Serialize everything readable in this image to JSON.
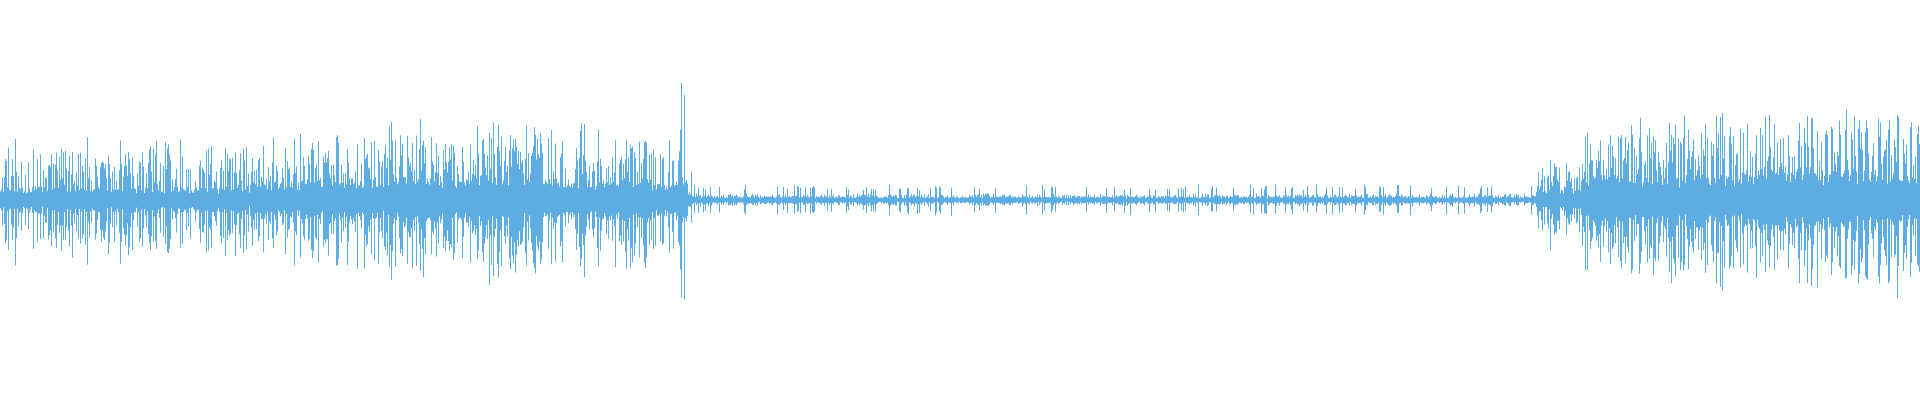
{
  "waveform": {
    "color": "#5dade2",
    "background": "#ffffff",
    "segments": [
      {
        "from": 0.0,
        "to": 0.072,
        "amp": 0.27,
        "core": 0.06,
        "burst": 0.22,
        "transient": 0.3
      },
      {
        "from": 0.072,
        "to": 0.13,
        "amp": 0.26,
        "core": 0.06,
        "burst": 0.2,
        "transient": 0.28
      },
      {
        "from": 0.13,
        "to": 0.2,
        "amp": 0.26,
        "core": 0.08,
        "burst": 0.22,
        "transient": 0.32
      },
      {
        "from": 0.2,
        "to": 0.29,
        "amp": 0.33,
        "core": 0.11,
        "burst": 0.3,
        "transient": 0.38
      },
      {
        "from": 0.29,
        "to": 0.338,
        "amp": 0.29,
        "core": 0.09,
        "burst": 0.26,
        "transient": 0.34
      },
      {
        "from": 0.338,
        "to": 0.354,
        "amp": 0.26,
        "core": 0.08,
        "burst": 0.24,
        "transient": 0.32
      },
      {
        "from": 0.354,
        "to": 0.357,
        "amp": 0.6,
        "core": 0.1,
        "burst": 0.55,
        "transient": 0.62
      },
      {
        "from": 0.357,
        "to": 0.36,
        "amp": 0.18,
        "core": 0.04,
        "burst": 0.16,
        "transient": 0.2
      },
      {
        "from": 0.36,
        "to": 0.8,
        "amp": 0.05,
        "core": 0.015,
        "burst": 0.03,
        "transient": 0.07
      },
      {
        "from": 0.8,
        "to": 0.825,
        "amp": 0.14,
        "core": 0.06,
        "burst": 0.18,
        "transient": 0.22
      },
      {
        "from": 0.825,
        "to": 0.88,
        "amp": 0.27,
        "core": 0.12,
        "burst": 0.34,
        "transient": 0.38
      },
      {
        "from": 0.88,
        "to": 0.94,
        "amp": 0.31,
        "core": 0.13,
        "burst": 0.38,
        "transient": 0.42
      },
      {
        "from": 0.94,
        "to": 1.0,
        "amp": 0.32,
        "core": 0.13,
        "burst": 0.38,
        "transient": 0.44
      }
    ]
  }
}
